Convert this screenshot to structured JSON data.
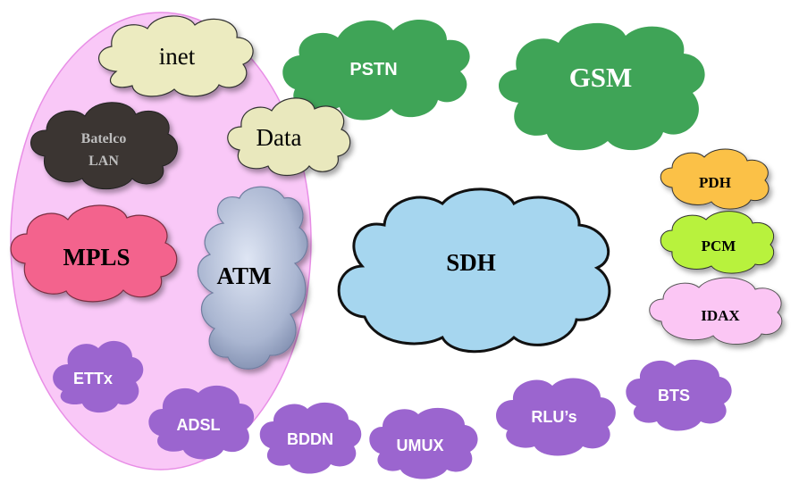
{
  "clouds": {
    "inet": "inet",
    "pstn": "PSTN",
    "gsm": "GSM",
    "batelco_line1": "Batelco",
    "batelco_line2": "LAN",
    "data": "Data",
    "pdh": "PDH",
    "pcm": "PCM",
    "idax": "IDAX",
    "mpls": "MPLS",
    "atm": "ATM",
    "sdh": "SDH",
    "ettx": "ETTx",
    "adsl": "ADSL",
    "bddn": "BDDN",
    "umux": "UMUX",
    "rlus": "RLU’s",
    "bts": "BTS"
  },
  "colors": {
    "region_fill": "#f9c8f7",
    "region_stroke": "#e88ee6",
    "inet_fill": "#ecebc0",
    "data_fill": "#e9e8bd",
    "batelco_fill": "#3a3432",
    "green_fill": "#3fa457",
    "pdh_fill": "#fbc146",
    "pcm_fill": "#b8f23c",
    "idax_fill": "#fbc6f4",
    "mpls_fill": "#f3648d",
    "atm_fill": "#a9b6d3",
    "sdh_fill": "#a6d6ef",
    "purple_fill": "#9b65cf"
  }
}
